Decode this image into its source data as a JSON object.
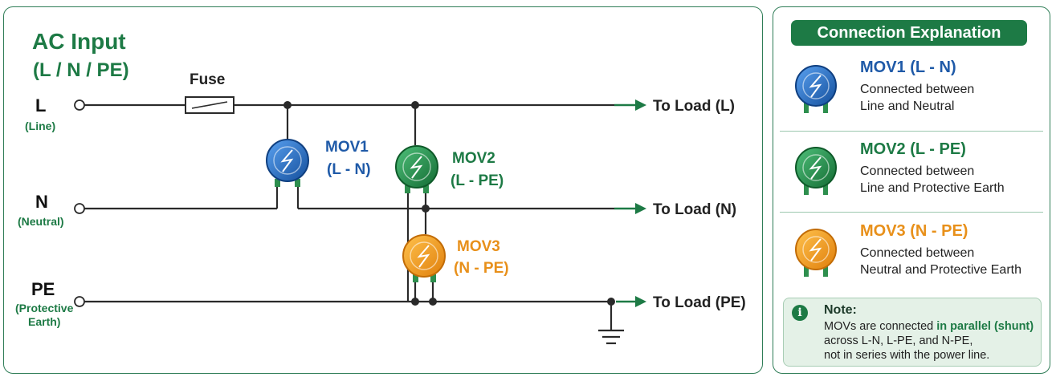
{
  "circuit": {
    "title": "AC Input",
    "subtitle": "(L / N / PE)",
    "fuse_label": "Fuse",
    "lines": [
      {
        "label": "L",
        "sub": [
          "(Line)"
        ],
        "output": "To Load (L)"
      },
      {
        "label": "N",
        "sub": [
          "(Neutral)"
        ],
        "output": "To Load (N)"
      },
      {
        "label": "PE",
        "sub": [
          "(Protective",
          "Earth)"
        ],
        "output": "To Load (PE)"
      }
    ],
    "movs": [
      {
        "name": "MOV1",
        "pair": "(L - N)",
        "color": "#1f63b8",
        "text_color": "#1f5aa8"
      },
      {
        "name": "MOV2",
        "pair": "(L - PE)",
        "color": "#1e8a45",
        "text_color": "#1d7a45"
      },
      {
        "name": "MOV3",
        "pair": "(N - PE)",
        "color": "#f29a1a",
        "text_color": "#e8901a"
      }
    ]
  },
  "explanation": {
    "header": "Connection Explanation",
    "items": [
      {
        "title": "MOV1 (L - N)",
        "desc1": "Connected between",
        "desc2": "Line and Neutral",
        "color": "#1f63b8",
        "text_color": "#1f5aa8"
      },
      {
        "title": "MOV2 (L - PE)",
        "desc1": "Connected between",
        "desc2": "Line and Protective Earth",
        "color": "#1e8a45",
        "text_color": "#1d7a45"
      },
      {
        "title": "MOV3 (N - PE)",
        "desc1": "Connected between",
        "desc2": "Neutral and Protective Earth",
        "color": "#f29a1a",
        "text_color": "#e8901a"
      }
    ],
    "note": {
      "title": "Note:",
      "line1_pre": "MOVs are connected ",
      "line1_hl": "in parallel (shunt)",
      "line2": "across L-N, L-PE, and N-PE,",
      "line3": "not in series with the power line."
    }
  }
}
